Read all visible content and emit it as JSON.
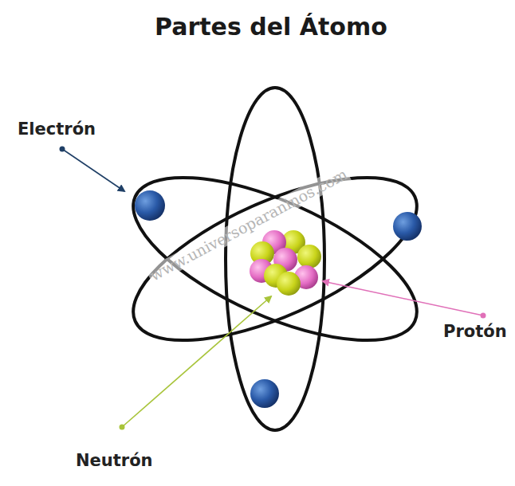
{
  "diagram": {
    "title": "Partes del Átomo",
    "labels": [
      "Electrón",
      "Protón",
      "Neutrón",
      "www.universoparaninos.com"
    ]
  }
}
